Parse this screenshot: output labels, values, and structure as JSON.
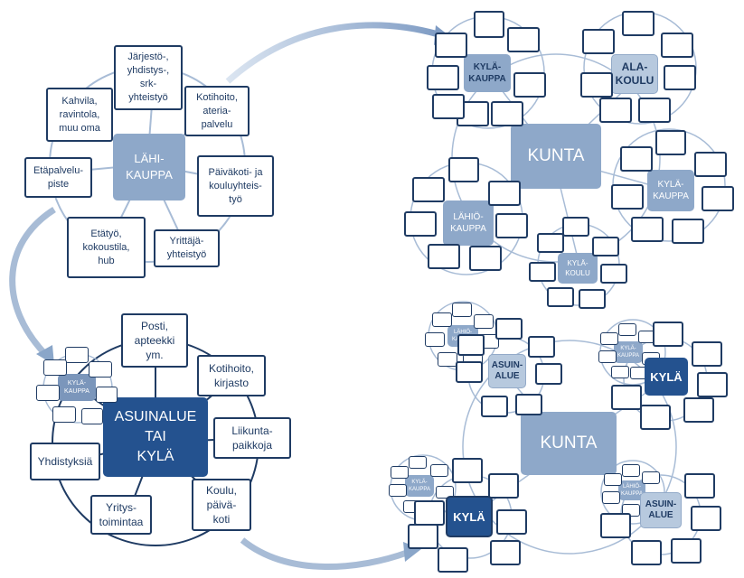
{
  "colors": {
    "dark_navy": "#1f3b63",
    "hub_dark": "#24528f",
    "hub_light": "#8ea8c9",
    "hub_pale": "#b7c9de",
    "ring": "#a8bcd6",
    "arrow": "#8aa6c9"
  },
  "top_left": {
    "hub": "LÄHI-\nKAUPPA",
    "items": [
      "Järjestö-,\nyhdistys-,\nsrk-\nyhteistyö",
      "Kotihoito,\nateria-\npalvelu",
      "Päiväkoti- ja\nkouluyhteis-\ntyö",
      "Yrittäjä-\nyhteistyö",
      "Etätyö,\nkokoustila,\nhub",
      "Etäpalvelu-\npiste",
      "Kahvila,\nravintola,\nmuu oma"
    ]
  },
  "top_right": {
    "center": "KUNTA",
    "hubs": {
      "kylakauppa_1": "KYLÄ-\nKAUPPA",
      "alakoulu": "ALA-\nKOULU",
      "lahikauppa": "LÄHIÖ-\nKAUPPA",
      "kylakauppa_2": "KYLÄ-\nKAUPPA",
      "kylakoulu": "KYLÄ-\nKOULU"
    }
  },
  "bottom_left": {
    "hub": "ASUINALUE\nTAI\nKYLÄ",
    "satellite": "KYLÄ-\nKAUPPA",
    "items": [
      "Posti,\napteekki\nym.",
      "Kotihoito,\nkirjasto",
      "Liikunta-\npaikkoja",
      "Koulu,\npäivä-\nkoti",
      "Yritys-\ntoimintaa",
      "Yhdistyksiä"
    ]
  },
  "bottom_right": {
    "center": "KUNTA",
    "hubs": {
      "lahikauppa": "LÄHIÖ-\nKAUPPA",
      "asuinalue_1": "ASUIN-\nALUE",
      "kylakauppa_1": "KYLÄ-\nKAUPPA",
      "kyla_1": "KYLÄ",
      "kylakauppa_2": "KYLÄ-\nKAUPPA",
      "kyla_2": "KYLÄ",
      "lahikauppa_2": "LÄHIÖ-\nKAUPPA",
      "asuinalue_2": "ASUIN-\nALUE"
    }
  }
}
